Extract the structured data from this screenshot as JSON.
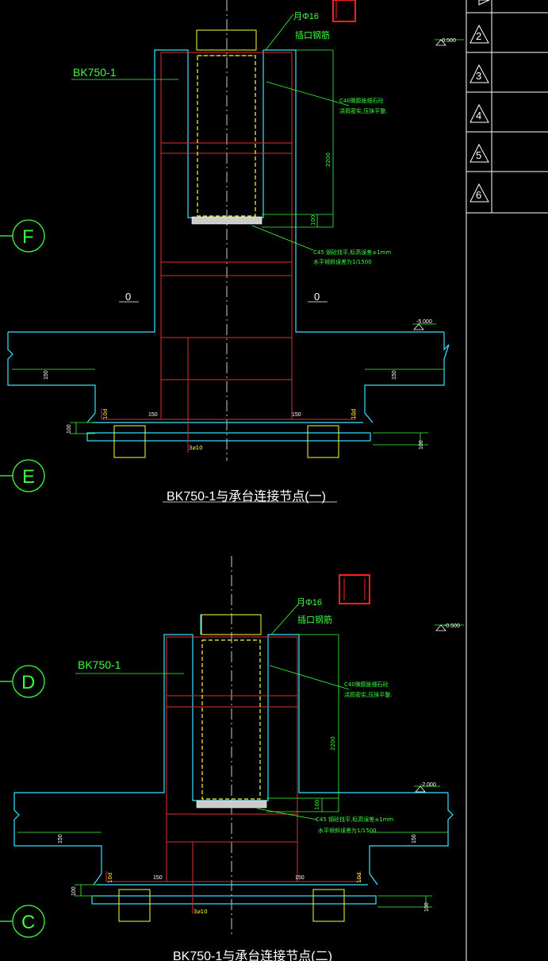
{
  "colors": {
    "background": "#000000",
    "green": "#3cff3c",
    "cyan": "#33e6ff",
    "red": "#e03030",
    "yellow": "#ffff33",
    "white": "#ffffff",
    "bright_red": "#ff2020"
  },
  "axis_labels": [
    "F",
    "E",
    "D",
    "C"
  ],
  "revision_table": {
    "rows": [
      "2",
      "3",
      "4",
      "5",
      "6"
    ]
  },
  "detail1": {
    "label": "BK750-1",
    "title": "BK750-1与承台连接节点(一)",
    "rebar_label": "月Φ16",
    "rebar_label2": "插口钢筋",
    "concrete_note1": "C40微膨胀细石砼",
    "concrete_note2": "浇捣密实,压抹平整.",
    "base_note1": "C45 钢砼找平,标高误差±1mm",
    "base_note2": "水平倾斜误差为1/1500",
    "elev_top": "-0.500",
    "elev_cap": "-5.000",
    "dim_depth": "2200",
    "dim_base": "100",
    "dim_left150": "150",
    "dim_right150": "150",
    "dim_150a": "150",
    "dim_150b": "150",
    "dim_10d_left": "10d",
    "dim_10d_right": "10d",
    "dim_100_left": "100",
    "dim_100_right": "100",
    "rebar_3": "3⌀10",
    "zero_left": "0",
    "zero_right": "0"
  },
  "detail2": {
    "label": "BK750-1",
    "title": "BK750-1与承台连接节点(二)",
    "rebar_label": "月Φ16",
    "rebar_label2": "插口钢筋",
    "concrete_note1": "C40微膨胀细石砼",
    "concrete_note2": "浇捣密实,压抹平整.",
    "base_note1": "C45 钢砼找平,标高误差±1mm",
    "base_note2": "水平倾斜误差为1/1500",
    "elev_top": "-0.500",
    "elev_cap": "-2.000",
    "dim_depth": "2200",
    "dim_base": "100",
    "dim_150a": "150",
    "dim_150b": "150",
    "dim_150c": "150",
    "dim_150d": "150",
    "dim_10d_left": "10d",
    "dim_10d_right": "10d",
    "dim_100_left": "100",
    "dim_100_right": "100",
    "rebar_3": "3⌀10"
  }
}
